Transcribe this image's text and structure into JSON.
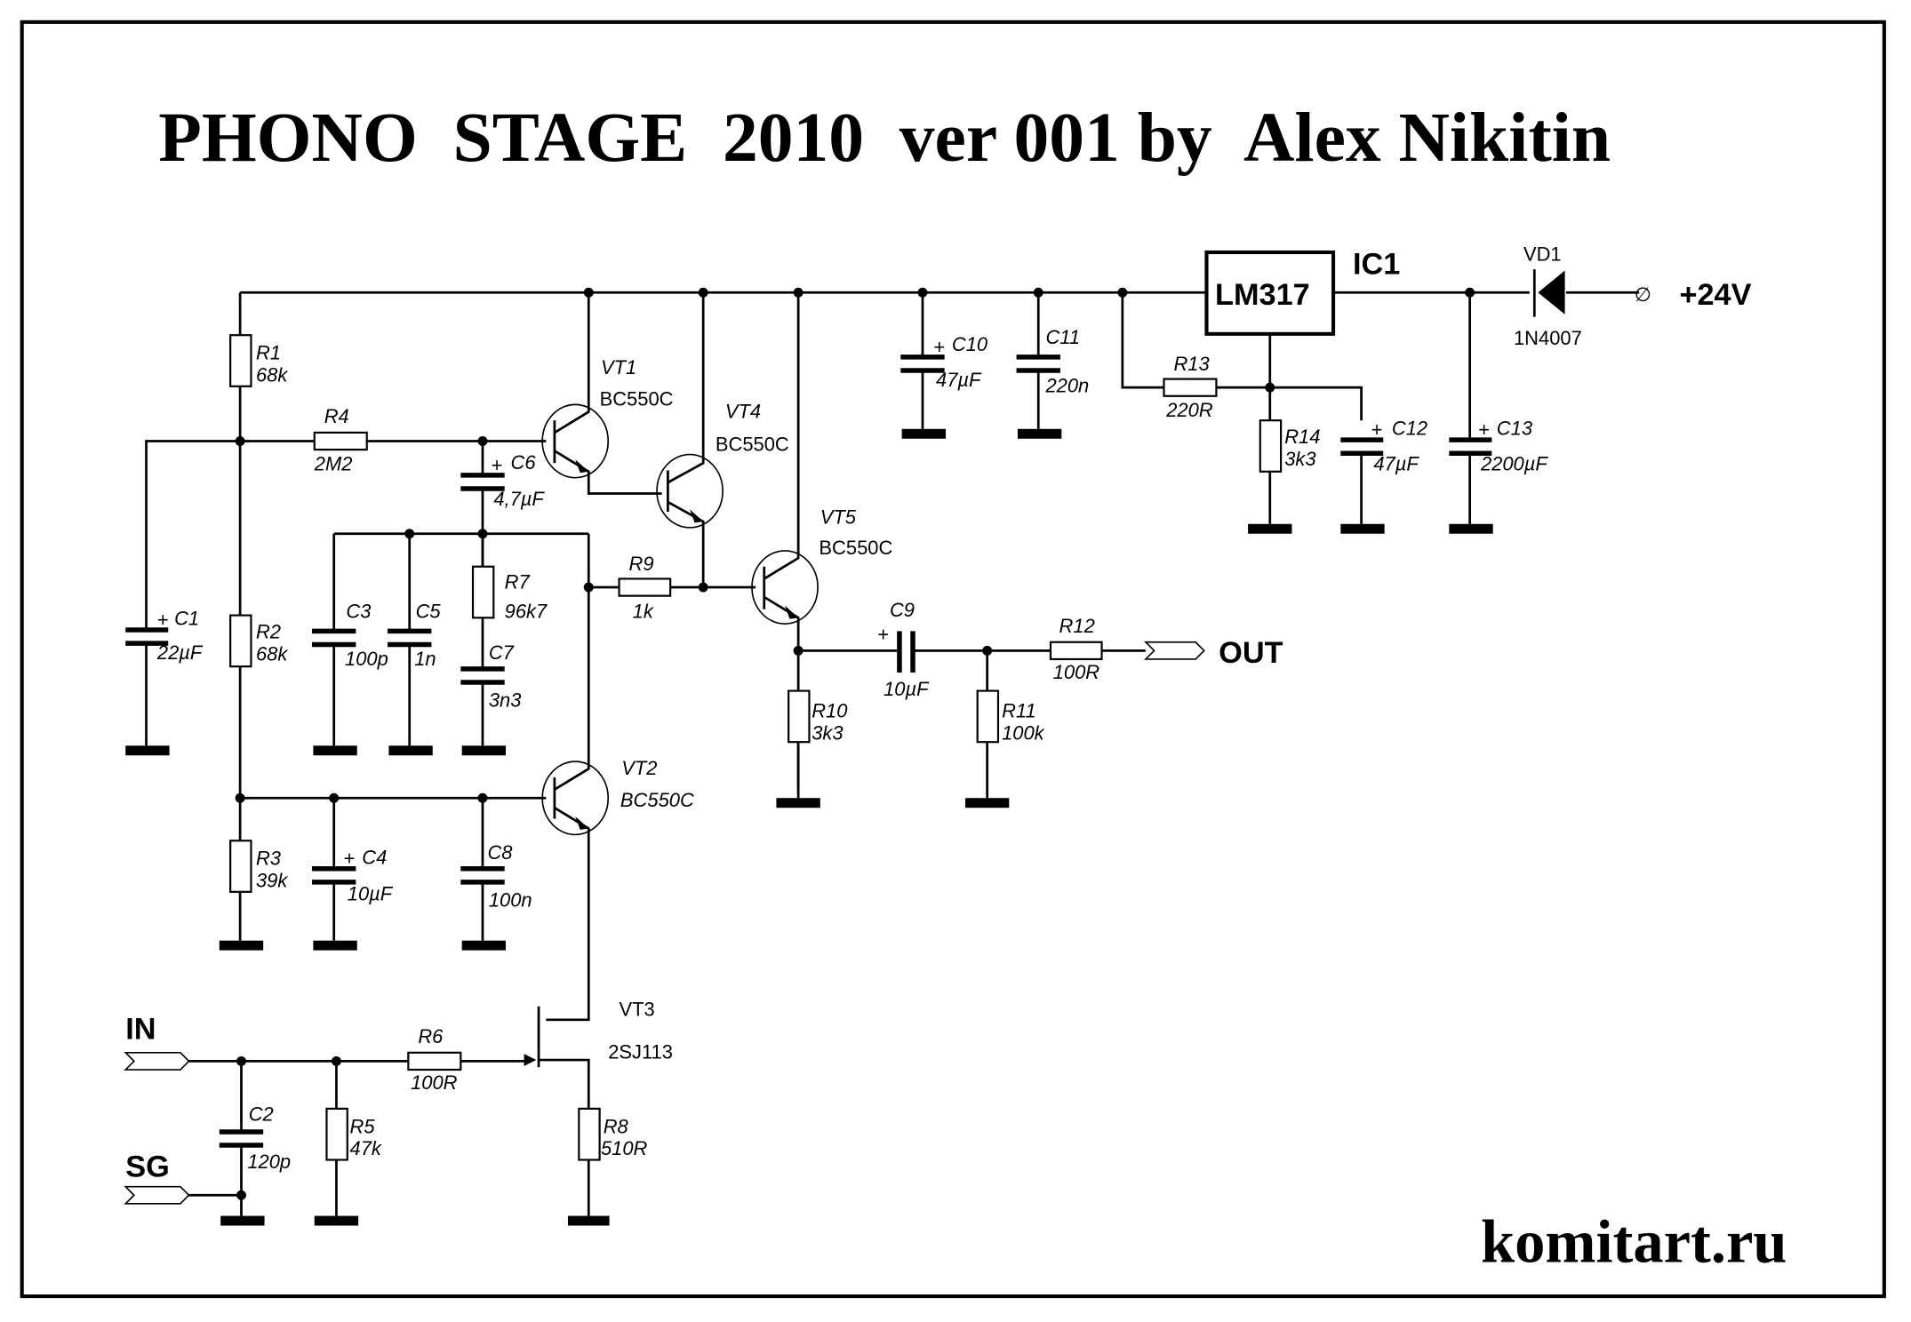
{
  "title": "PHONO  STAGE  2010  ver 001 by  Alex Nikitin",
  "website": "komitart.ru",
  "ports": {
    "input": "IN",
    "signal_ground": "SG",
    "output": "OUT",
    "supply": "+24V"
  },
  "ic": {
    "ref": "IC1",
    "part": "LM317"
  },
  "diode": {
    "ref": "VD1",
    "part": "1N4007"
  },
  "transistors": {
    "VT1": {
      "ref": "VT1",
      "part": "BC550C"
    },
    "VT2": {
      "ref": "VT2",
      "part": "BC550C"
    },
    "VT3": {
      "ref": "VT3",
      "part": "2SJ113"
    },
    "VT4": {
      "ref": "VT4",
      "part": "BC550C"
    },
    "VT5": {
      "ref": "VT5",
      "part": "BC550C"
    }
  },
  "resistors": {
    "R1": {
      "ref": "R1",
      "value": "68k"
    },
    "R2": {
      "ref": "R2",
      "value": "68k"
    },
    "R3": {
      "ref": "R3",
      "value": "39k"
    },
    "R4": {
      "ref": "R4",
      "value": "2M2"
    },
    "R5": {
      "ref": "R5",
      "value": "47k"
    },
    "R6": {
      "ref": "R6",
      "value": "100R"
    },
    "R7": {
      "ref": "R7",
      "value": "96k7"
    },
    "R8": {
      "ref": "R8",
      "value": "510R"
    },
    "R9": {
      "ref": "R9",
      "value": "1k"
    },
    "R10": {
      "ref": "R10",
      "value": "3k3"
    },
    "R11": {
      "ref": "R11",
      "value": "100k"
    },
    "R12": {
      "ref": "R12",
      "value": "100R"
    },
    "R13": {
      "ref": "R13",
      "value": "220R"
    },
    "R14": {
      "ref": "R14",
      "value": "3k3"
    }
  },
  "capacitors": {
    "C1": {
      "ref": "C1",
      "value": "22µF",
      "polarity": "+"
    },
    "C2": {
      "ref": "C2",
      "value": "120p"
    },
    "C3": {
      "ref": "C3",
      "value": "100p"
    },
    "C4": {
      "ref": "C4",
      "value": "10µF",
      "polarity": "+"
    },
    "C5": {
      "ref": "C5",
      "value": "1n"
    },
    "C6": {
      "ref": "C6",
      "value": "4,7µF",
      "polarity": "+"
    },
    "C7": {
      "ref": "C7",
      "value": "3n3"
    },
    "C8": {
      "ref": "C8",
      "value": "100n"
    },
    "C9": {
      "ref": "C9",
      "value": "10µF",
      "polarity": "+"
    },
    "C10": {
      "ref": "C10",
      "value": "47µF",
      "polarity": "+"
    },
    "C11": {
      "ref": "C11",
      "value": "220n"
    },
    "C12": {
      "ref": "C12",
      "value": "47µF",
      "polarity": "+"
    },
    "C13": {
      "ref": "C13",
      "value": "2200µF",
      "polarity": "+"
    }
  },
  "symbols": {
    "terminal": "∅"
  }
}
